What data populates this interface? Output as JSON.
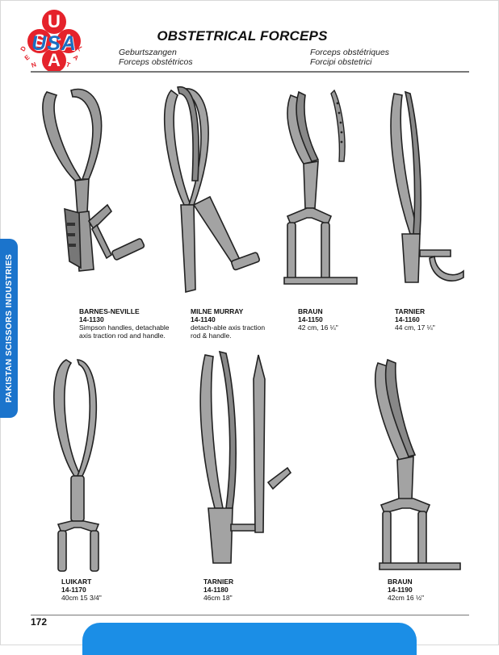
{
  "logo": {
    "letters": [
      "U",
      "S",
      "A",
      "A"
    ],
    "word": "USA",
    "dental_letters": [
      "D",
      "E",
      "N",
      "T",
      "A",
      "L"
    ]
  },
  "header": {
    "title": "OBSTETRICAL FORCEPS",
    "subtitles": {
      "de": "Geburtszangen",
      "es": "Forceps obstétricos",
      "fr": "Forceps obstétriques",
      "it": "Forcipi obstetrici"
    }
  },
  "side_tab": {
    "label": "PAKISTAN SCISSORS INDUSTRIES"
  },
  "products": [
    {
      "name": "BARNES-NEVILLE",
      "code": "14-1130",
      "desc": [
        "Simpson handles, detachable",
        "axis traction rod and handle."
      ]
    },
    {
      "name": "MILNE MURRAY",
      "code": "14-1140",
      "desc": [
        "detach-able axis traction",
        "rod  & handle."
      ]
    },
    {
      "name": "BRAUN",
      "code": "14-1150",
      "desc": [
        "42 cm, 16 ¼\""
      ]
    },
    {
      "name": "TARNIER",
      "code": "14-1160",
      "desc": [
        "44 cm, 17 ¼\""
      ]
    },
    {
      "name": "LUIKART",
      "code": "14-1170",
      "desc": [
        "40cm 15 3/4\""
      ]
    },
    {
      "name": "TARNIER",
      "code": "14-1180",
      "desc": [
        "46cm 18\""
      ]
    },
    {
      "name": "BRAUN",
      "code": "14-1190",
      "desc": [
        "42cm 16 ½\""
      ]
    }
  ],
  "footer": {
    "page_number": "172"
  },
  "colors": {
    "brand_red": "#e5222b",
    "brand_blue": "#1b74cc",
    "footer_blue": "#1b8ee6"
  }
}
